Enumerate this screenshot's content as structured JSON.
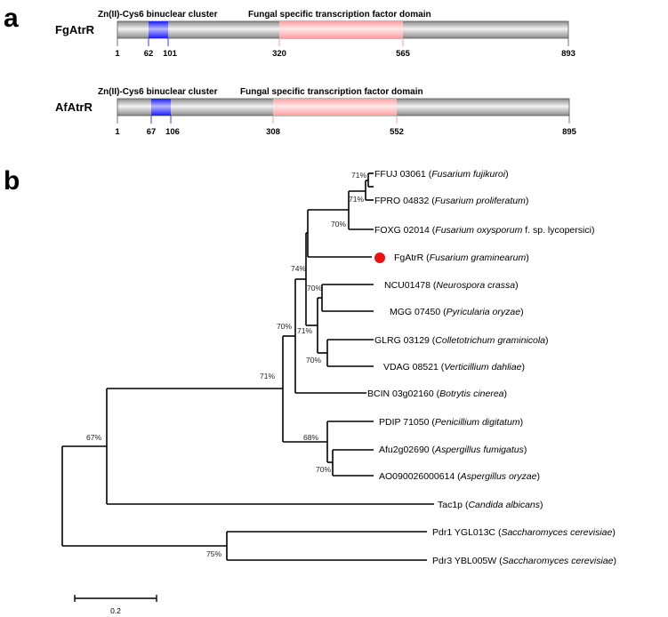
{
  "panel_a": {
    "label": "a",
    "proteins": [
      {
        "name": "FgAtrR",
        "length": 893,
        "zn_start": 62,
        "zn_end": 101,
        "fungal_start": 320,
        "fungal_end": 565,
        "zn_label": "Zn(II)-Cys6 binuclear cluster",
        "fungal_label": "Fungal specific transcription factor domain",
        "ticks": [
          "1",
          "62",
          "101",
          "320",
          "565",
          "893"
        ]
      },
      {
        "name": "AfAtrR",
        "length": 895,
        "zn_start": 67,
        "zn_end": 106,
        "fungal_start": 308,
        "fungal_end": 552,
        "zn_label": "Zn(II)-Cys6 binuclear cluster",
        "fungal_label": "Fungal specific transcription factor domain",
        "ticks": [
          "1",
          "67",
          "106",
          "308",
          "552",
          "895"
        ]
      }
    ],
    "colors": {
      "zn_domain": "#3b3bff",
      "fungal_domain": "#ffb6b8",
      "backbone": "#b8b8b8"
    }
  },
  "panel_b": {
    "label": "b",
    "scale_label": "0.2",
    "taxa": [
      {
        "id": "FFUJ 03061",
        "species": "Fusarium fujikuroi",
        "suffix": ""
      },
      {
        "id": "FPRO 04832",
        "species": "Fusarium proliferatum",
        "suffix": ""
      },
      {
        "id": "FOXG 02014",
        "species": "Fusarium oxysporum",
        "suffix": " f. sp. lycopersici"
      },
      {
        "id": "FgAtrR",
        "species": "Fusarium graminearum",
        "suffix": "",
        "highlight": true
      },
      {
        "id": "NCU01478",
        "species": "Neurospora crassa",
        "suffix": ""
      },
      {
        "id": "MGG 07450",
        "species": "Pyricularia oryzae",
        "suffix": ""
      },
      {
        "id": "GLRG 03129",
        "species": "Colletotrichum graminicola",
        "suffix": ""
      },
      {
        "id": "VDAG 08521",
        "species": "Verticillium dahliae",
        "suffix": ""
      },
      {
        "id": "BCIN 03g02160",
        "species": "Botrytis cinerea",
        "suffix": ""
      },
      {
        "id": "PDIP 71050",
        "species": "Penicillium digitatum",
        "suffix": ""
      },
      {
        "id": "Afu2g02690",
        "species": "Aspergillus fumigatus",
        "suffix": ""
      },
      {
        "id": "AO090026000614",
        "species": "Aspergillus oryzae",
        "suffix": ""
      },
      {
        "id": "Tac1p",
        "species": "Candida albicans",
        "suffix": ""
      },
      {
        "id": "Pdr1 YGL013C",
        "species": "Saccharomyces cerevisiae",
        "suffix": ""
      },
      {
        "id": "Pdr3 YBL005W",
        "species": "Saccharomyces cerevisiae",
        "suffix": ""
      }
    ],
    "bootstrap": [
      "71%",
      "71%",
      "70%",
      "74%",
      "70%",
      "71%",
      "70%",
      "70%",
      "71%",
      "68%",
      "70%",
      "67%",
      "75%"
    ],
    "highlight_color": "#ee1111"
  }
}
